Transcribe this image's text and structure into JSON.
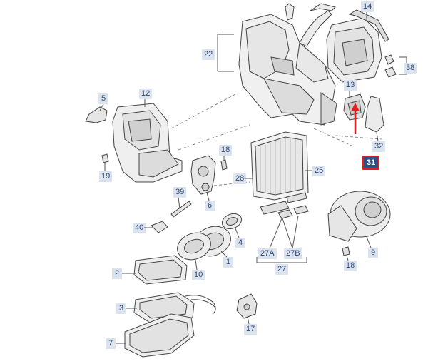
{
  "diagram": {
    "labels": {
      "l14": "14",
      "l22": "22",
      "l38": "38",
      "l13": "13",
      "l5": "5",
      "l12": "12",
      "l31": "31",
      "l32": "32",
      "l18a": "18",
      "l28": "28",
      "l25": "25",
      "l19": "19",
      "l39": "39",
      "l6": "6",
      "l40": "40",
      "l4": "4",
      "l1": "1",
      "l10": "10",
      "l27a": "27A",
      "l27b": "27B",
      "l27": "27",
      "l9": "9",
      "l18b": "18",
      "l2": "2",
      "l3": "3",
      "l17": "17",
      "l7": "7"
    },
    "highlight_color": "#e02020",
    "label_color": "#dbe3ee"
  }
}
